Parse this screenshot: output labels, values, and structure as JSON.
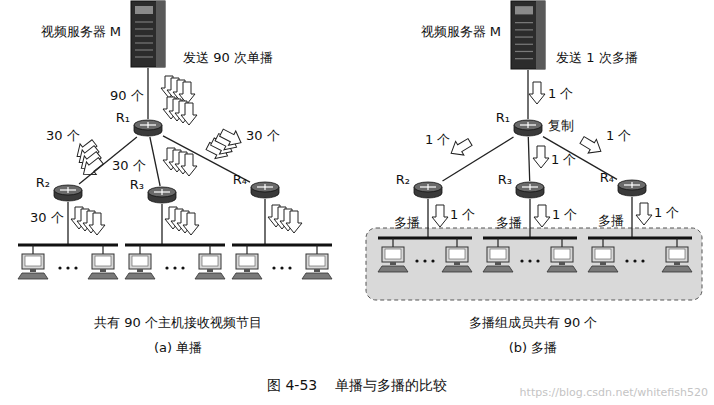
{
  "diagram": {
    "caption": "图 4-53    单播与多播的比较",
    "nodes": [
      {
        "text": [
          "视频服务器 M"
        ]
      },
      {
        "text": [
          "R₁"
        ]
      },
      {
        "text": [
          "R₂"
        ]
      },
      {
        "text": [
          "R₃"
        ]
      },
      {
        "text": [
          "R₄"
        ]
      },
      {
        "text": [
          "视频服务器 M"
        ]
      },
      {
        "text": [
          "R₁"
        ]
      },
      {
        "text": [
          "R₂"
        ]
      },
      {
        "text": [
          "R₃"
        ]
      },
      {
        "text": [
          "R₄"
        ]
      }
    ],
    "edges": [
      {
        "from": 0,
        "to": 1,
        "arrow": "none",
        "label": "90 个"
      },
      {
        "from": 1,
        "to": 2,
        "arrow": "none",
        "label": "30 个"
      },
      {
        "from": 1,
        "to": 3,
        "arrow": "none",
        "label": "30 个"
      },
      {
        "from": 1,
        "to": 4,
        "arrow": "none",
        "label": "30 个"
      },
      {
        "from": 5,
        "to": 6,
        "arrow": "none",
        "label": "1 个"
      },
      {
        "from": 6,
        "to": 7,
        "arrow": "none",
        "label": "1 个"
      },
      {
        "from": 6,
        "to": 8,
        "arrow": "none",
        "label": "1 个"
      },
      {
        "from": 6,
        "to": 9,
        "arrow": "none",
        "label": "1 个"
      }
    ],
    "labels": [
      "发送 90 次单播",
      "30 个",
      "共有 90 个主机接收视频节目",
      "(a) 单播",
      "发送 1 次多播",
      "复制",
      "多播",
      "1 个",
      "多播",
      "1 个",
      "多播",
      "1 个",
      "多播组成员共有 90 个",
      "(b) 多播",
      "https://blog.csdn.net/whitefish520"
    ]
  }
}
